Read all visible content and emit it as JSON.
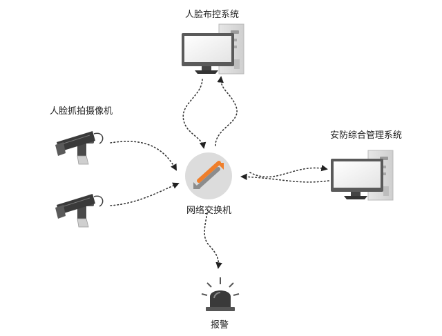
{
  "nodes": {
    "face_control_system": {
      "label": "人脸布控系统",
      "icon": "desktop-computer-icon"
    },
    "face_capture_cameras": {
      "label": "人脸抓拍摄像机",
      "icon": "cctv-camera-icon",
      "count": 2
    },
    "network_switch": {
      "label": "网络交换机",
      "icon": "network-switch-icon"
    },
    "security_management_system": {
      "label": "安防综合管理系统",
      "icon": "desktop-computer-icon"
    },
    "alarm": {
      "label": "报警",
      "icon": "alarm-siren-icon"
    }
  },
  "edges": [
    {
      "from": "face_capture_cameras",
      "to": "network_switch"
    },
    {
      "from": "network_switch",
      "to": "face_control_system"
    },
    {
      "from": "face_control_system",
      "to": "network_switch"
    },
    {
      "from": "network_switch",
      "to": "security_management_system"
    },
    {
      "from": "security_management_system",
      "to": "network_switch"
    },
    {
      "from": "network_switch",
      "to": "alarm"
    }
  ],
  "colors": {
    "line": "#333333",
    "switch": "#dcdcdc",
    "arrow_orange": "#f07f2b",
    "arrow_gray": "#8c8c8c",
    "device_dark": "#3a3a3a"
  }
}
